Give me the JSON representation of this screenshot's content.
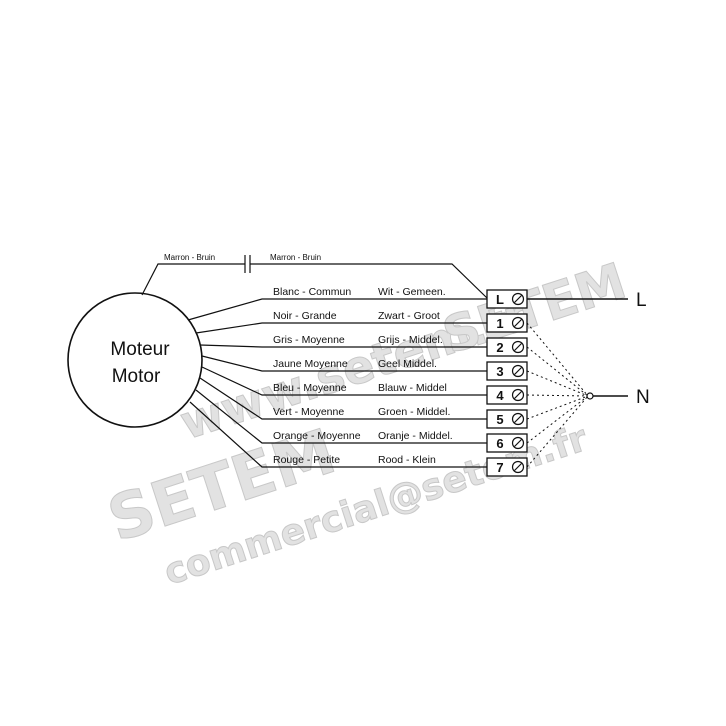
{
  "motor": {
    "line1": "Moteur",
    "line2": "Motor"
  },
  "capacitor": {
    "left_label": "Marron - Bruin",
    "right_label": "Marron - Bruin"
  },
  "supply": {
    "line": "L",
    "neutral": "N"
  },
  "terminals": [
    {
      "label": "L",
      "fr": "Blanc - Commun",
      "nl": "Wit - Gemeen."
    },
    {
      "label": "1",
      "fr": "Noir - Grande",
      "nl": "Zwart - Groot"
    },
    {
      "label": "2",
      "fr": "Gris - Moyenne",
      "nl": "Grijs - Middel."
    },
    {
      "label": "3",
      "fr": "Jaune Moyenne",
      "nl": "Geel Middel."
    },
    {
      "label": "4",
      "fr": "Bleu - Moyenne",
      "nl": "Blauw - Middel"
    },
    {
      "label": "5",
      "fr": "Vert - Moyenne",
      "nl": "Groen - Middel."
    },
    {
      "label": "6",
      "fr": "Orange - Moyenne",
      "nl": "Oranje - Middel."
    },
    {
      "label": "7",
      "fr": "Rouge - Petite",
      "nl": "Rood - Klein"
    }
  ],
  "watermark": {
    "brand": "SETEM",
    "site": "www.setem.fr",
    "email": "commercial@setem.fr"
  }
}
